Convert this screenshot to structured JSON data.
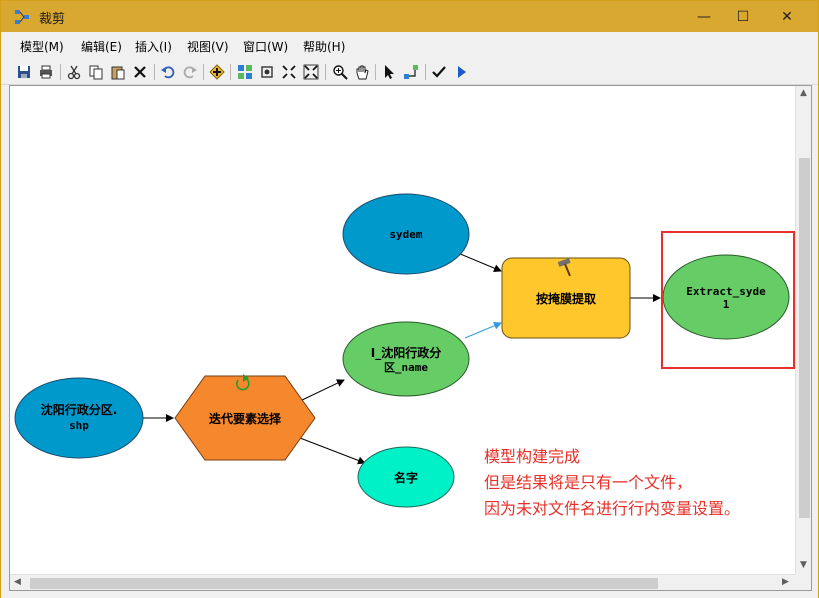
{
  "window": {
    "title": "裁剪",
    "minimize_glyph": "—",
    "maximize_glyph": "☐",
    "close_glyph": "✕"
  },
  "menu": {
    "items": [
      {
        "label": "模型(M)"
      },
      {
        "label": "编辑(E)"
      },
      {
        "label": "插入(I)"
      },
      {
        "label": "视图(V)"
      },
      {
        "label": "窗口(W)"
      },
      {
        "label": "帮助(H)"
      }
    ]
  },
  "toolbar": {
    "icons": [
      "save-icon",
      "print-icon",
      "cut-icon",
      "copy-icon",
      "paste-icon",
      "delete-icon",
      "undo-icon",
      "redo-icon",
      "add-data-icon",
      "auto-layout-icon",
      "full-extent-icon",
      "zoom-in-fixed-icon",
      "zoom-out-fixed-icon",
      "zoom-in-icon",
      "pan-icon",
      "select-icon",
      "connect-icon",
      "validate-icon",
      "run-icon"
    ]
  },
  "model": {
    "nodes": {
      "input_shp": {
        "label_line1": "沈阳行政分区.",
        "label_line2": "shp"
      },
      "iterator": {
        "label": "迭代要素选择"
      },
      "sydem": {
        "label": "sydem"
      },
      "output_feature": {
        "label_line1": "I_沈阳行政分",
        "label_line2": "区_name"
      },
      "name_value": {
        "label": "名字"
      },
      "extract_tool": {
        "label": "按掩膜提取"
      },
      "output_raster": {
        "label_line1": "Extract_syde",
        "label_line2": "1"
      }
    },
    "colors": {
      "input_blue": "#0099cc",
      "tool_orange": "#f5882d",
      "tool_yellow": "#ffc72c",
      "output_green": "#66cc66",
      "value_cyan": "#00f0c8",
      "highlight_red": "#e8302a",
      "link_blue": "#3399dd"
    }
  },
  "annotation": {
    "line1": "模型构建完成",
    "line2": "但是结果将是只有一个文件，",
    "line3": "因为未对文件名进行行内变量设置。"
  }
}
